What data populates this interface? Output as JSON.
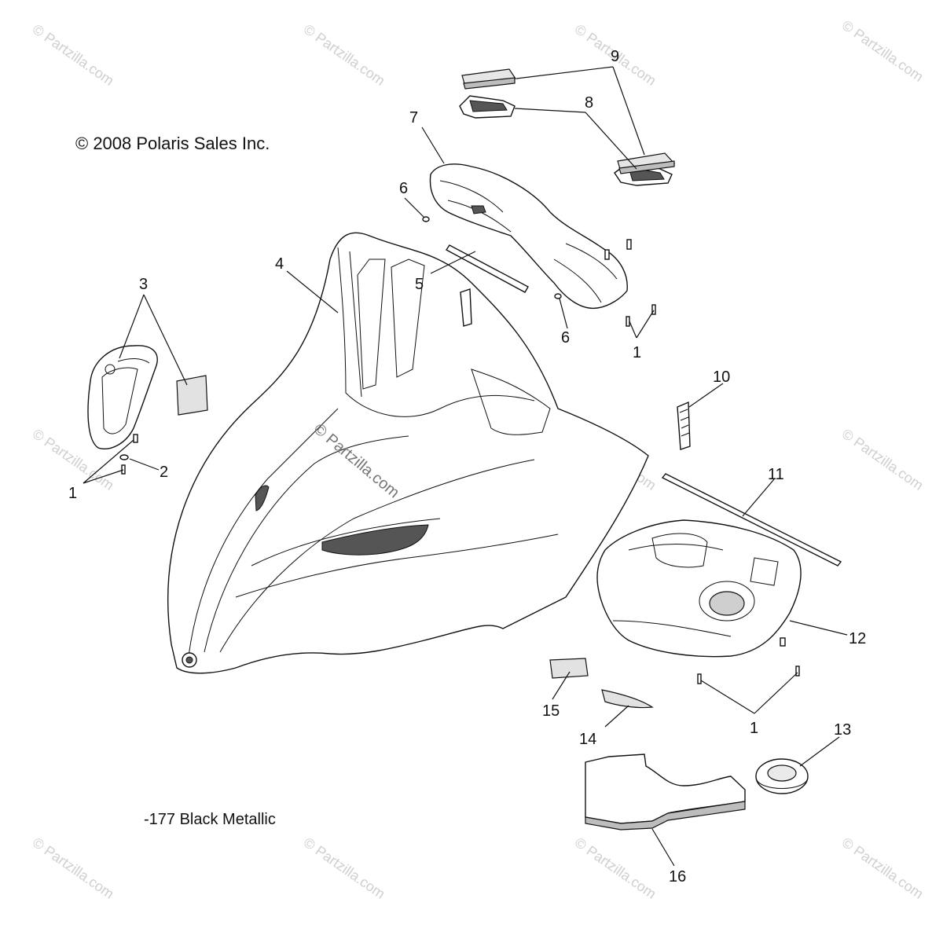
{
  "copyright": "© 2008 Polaris Sales Inc.",
  "color_note": "-177 Black Metallic",
  "watermark_text": "© Partzilla.com",
  "center_watermark_text": "© Partzilla.com",
  "callouts": {
    "c1a": "1",
    "c1b": "1",
    "c1c": "1",
    "c2": "2",
    "c3": "3",
    "c4": "4",
    "c5": "5",
    "c6a": "6",
    "c6b": "6",
    "c7": "7",
    "c8": "8",
    "c9": "9",
    "c10": "10",
    "c11": "11",
    "c12": "12",
    "c13": "13",
    "c14": "14",
    "c15": "15",
    "c16": "16"
  }
}
